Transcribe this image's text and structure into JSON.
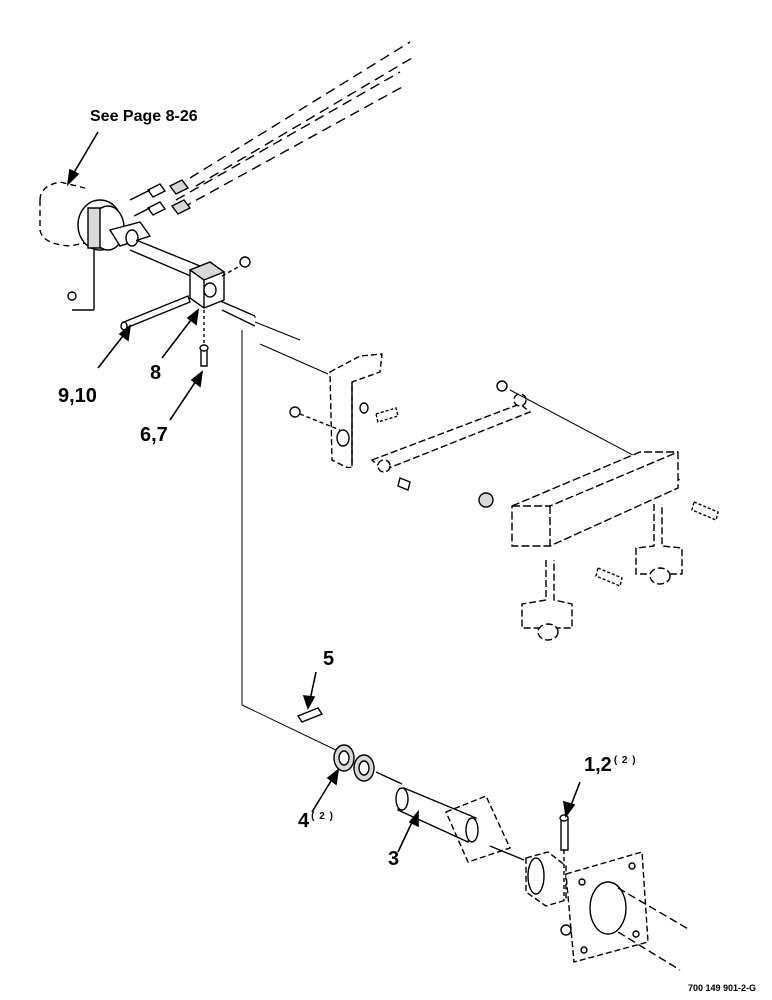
{
  "callouts": {
    "see_page": "See Page 8-26",
    "item_9_10": "9,10",
    "item_8": "8",
    "item_6_7": "6,7",
    "item_5": "5",
    "item_4": "4",
    "item_4_qty": "( 2 )",
    "item_3": "3",
    "item_1_2": "1,2",
    "item_1_2_qty": "( 2 )"
  },
  "document_number": "700 149 901-2-G",
  "colors": {
    "ink": "#000000",
    "paper": "#ffffff",
    "shade": "#d9d9d9"
  }
}
